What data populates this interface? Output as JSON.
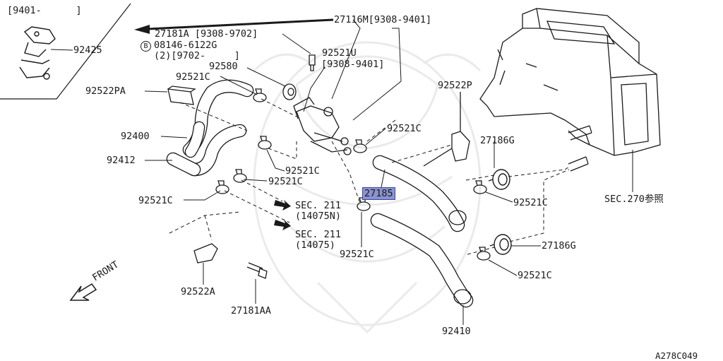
{
  "diagram_id": "A278C049",
  "inset": {
    "date_range": "[9401-      ]",
    "part": "92425"
  },
  "labels": {
    "p27116M": "27116M[9308-9401]",
    "p27181A": "27181A [9308-9702]",
    "bolt_symbol": "B",
    "bolt_code": "08146-6122G",
    "bolt_qty_range": "(2)[9702-     ]",
    "p92521U": "92521U",
    "p92521U_range": "[9308-9401]",
    "p92580": "92580",
    "p92521C_top": "92521C",
    "p92522PA": "92522PA",
    "p92400": "92400",
    "p92412": "92412",
    "p92521C_mid1": "92521C",
    "p92521C_mid2": "92521C",
    "p92521C_left": "92521C",
    "p92521C_right1": "92521C",
    "p92522P": "92522P",
    "p27186G_top": "27186G",
    "p27185": "27185",
    "p92521C_right2": "92521C",
    "p92521C_bottom": "92521C",
    "p27186G_bottom": "27186G",
    "p92521C_right3": "92521C",
    "sec211_a": "SEC. 211",
    "sec211_a_code": "(14075N)",
    "sec211_b": "SEC. 211",
    "sec211_b_code": "(14075)",
    "p92522A": "92522A",
    "p27181AA": "27181AA",
    "front": "FRONT",
    "p92410": "92410",
    "sec270": "SEC.270参照"
  },
  "highlight_color": "#8b93cf",
  "icons": [
    "hose-icon",
    "clamp-icon",
    "heater-unit-icon",
    "grommet-icon",
    "bracket-icon",
    "bolt-icon",
    "arrow-icon",
    "watermark-crest-icon"
  ]
}
